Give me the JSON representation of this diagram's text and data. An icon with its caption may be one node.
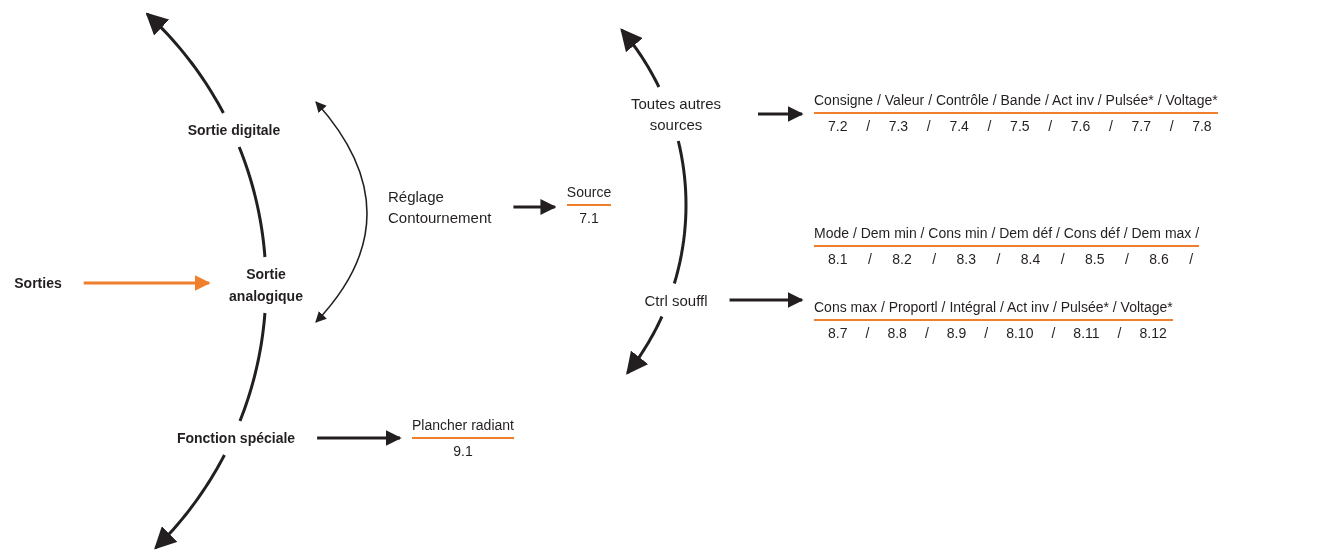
{
  "diagram": {
    "nodes": [
      {
        "text": [
          "Sorties"
        ]
      },
      {
        "text": [
          "Sortie digitale"
        ]
      },
      {
        "text": [
          "Sortie analogique"
        ]
      },
      {
        "text": [
          "Fonction spéciale"
        ]
      },
      {
        "text": [
          "Réglage",
          "Contournement"
        ]
      },
      {
        "text": [
          "Source",
          "7.1"
        ]
      },
      {
        "text": [
          "Toutes autres sources"
        ]
      },
      {
        "text": [
          "Ctrl souffl"
        ]
      },
      {
        "text": [
          "Consigne / Valeur / Contrôle / Bande / Act inv / Pulsée* / Voltage*",
          "7.2 / 7.3 / 7.4 / 7.5 / 7.6 / 7.7 / 7.8"
        ]
      },
      {
        "text": [
          "Mode / Dem min / Cons min / Dem déf / Cons déf / Dem max /",
          "8.1 / 8.2 / 8.3 / 8.4 / 8.5 / 8.6 /",
          "Cons max / Proportl / Intégral / Act inv / Pulsée* / Voltage*",
          "8.7 / 8.8 / 8.9 / 8.10 / 8.11 / 8.12"
        ]
      },
      {
        "text": [
          "Plancher radiant",
          "9.1"
        ]
      }
    ],
    "edges": [
      {
        "from": 0,
        "to": 2,
        "arrow": "to",
        "color": "#f07f2c"
      },
      {
        "from": 1,
        "to": null,
        "arrow": "to"
      },
      {
        "from": 1,
        "to": 2,
        "arrow": "none"
      },
      {
        "from": 2,
        "to": 3,
        "arrow": "none"
      },
      {
        "from": 3,
        "to": null,
        "arrow": "to"
      },
      {
        "from": 4,
        "to": 5,
        "arrow": "to"
      },
      {
        "from": 6,
        "to": null,
        "arrow": "to"
      },
      {
        "from": 6,
        "to": 7,
        "arrow": "none"
      },
      {
        "from": 7,
        "to": null,
        "arrow": "to"
      },
      {
        "from": 6,
        "to": 8,
        "arrow": "to"
      },
      {
        "from": 7,
        "to": 9,
        "arrow": "to"
      },
      {
        "from": 3,
        "to": 10,
        "arrow": "to"
      }
    ]
  }
}
